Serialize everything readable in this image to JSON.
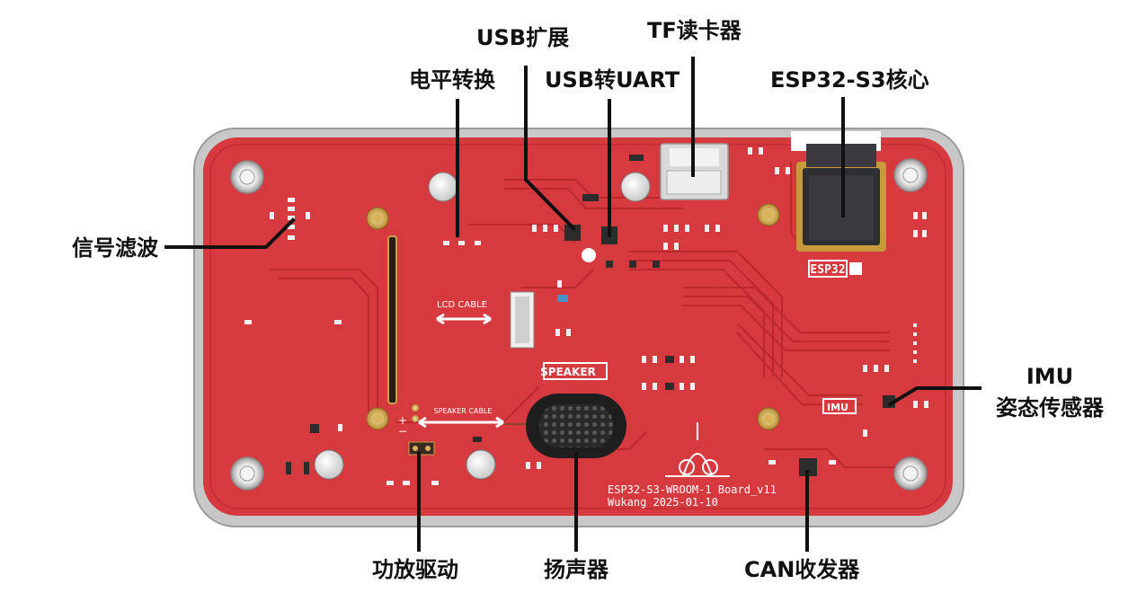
{
  "labels": {
    "usb_hub": "USB扩展",
    "tf_reader": "TF读卡器",
    "level_shift": "电平转换",
    "usb_uart": "USB转UART",
    "esp32_core": "ESP32-S3核心",
    "signal_filter": "信号滤波",
    "imu_line1": "IMU",
    "imu_line2": "姿态传感器",
    "amp_driver": "功放驱动",
    "speaker": "扬声器",
    "can_transceiver": "CAN收发器"
  },
  "board": {
    "lcd_cable": "LCD CABLE",
    "speaker_label": "SPEAKER",
    "speaker_cable": "SPEAKER CABLE",
    "esp32_logo": "ESP32",
    "imu_logo": "IMU",
    "silk_line1": "ESP32-S3-WROOM-1 Board_v11",
    "silk_line2": "Wukang 2025-01-10",
    "plus": "+",
    "minus": "−",
    "pcb_color": "#d8343b",
    "frame_color": "#cfcfcf"
  }
}
